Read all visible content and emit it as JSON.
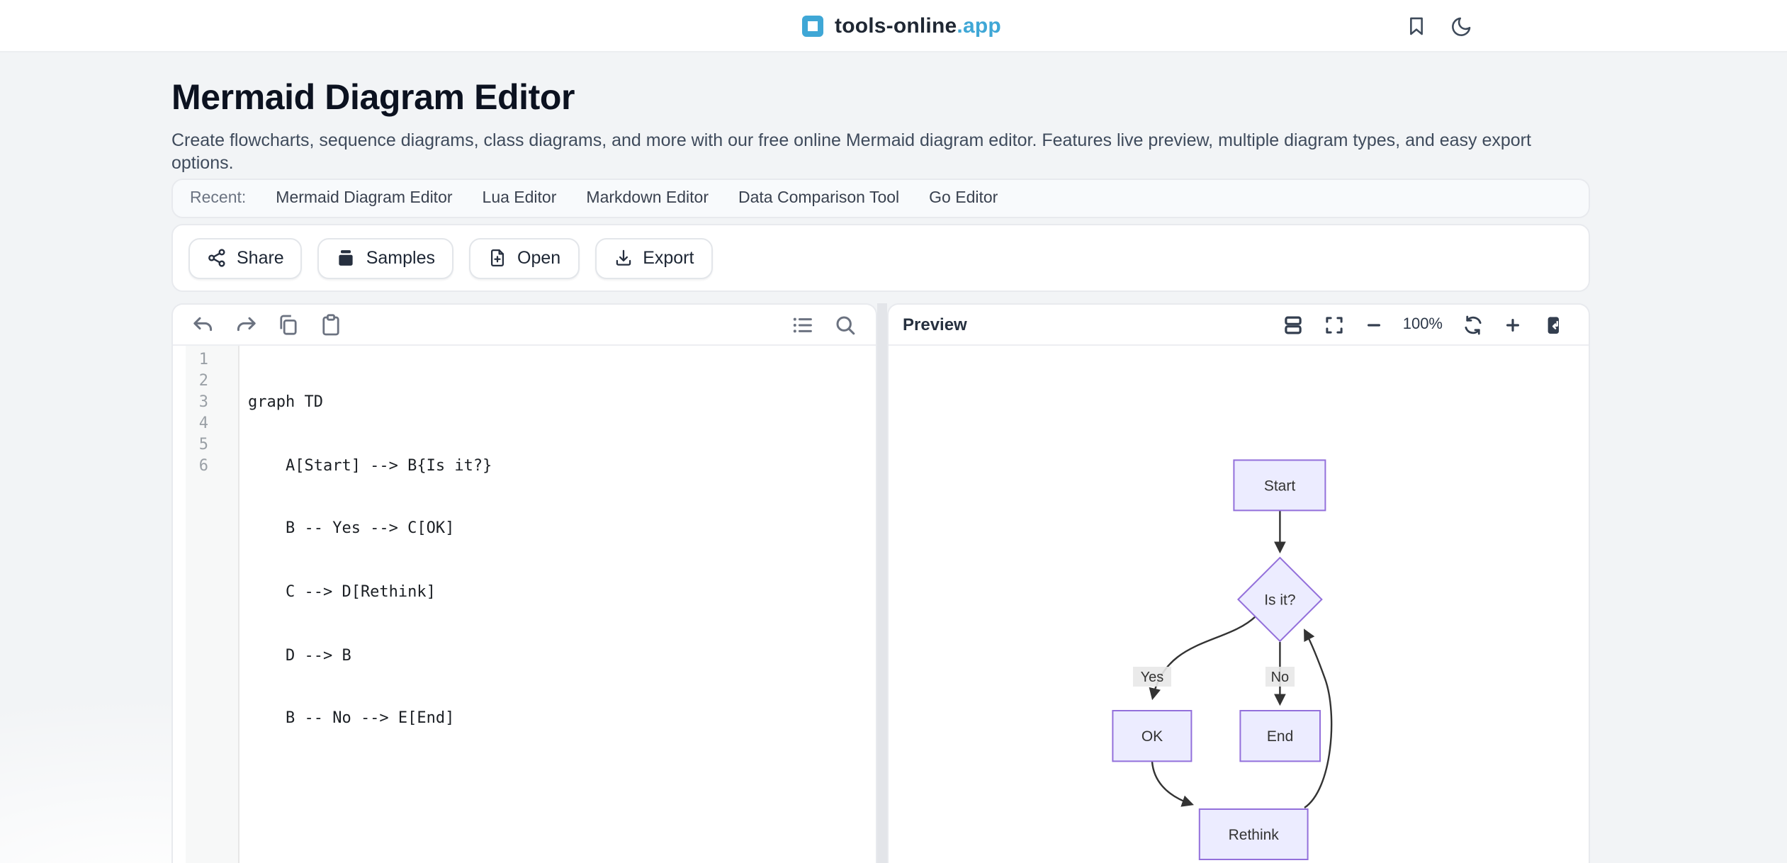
{
  "header": {
    "brand_name": "tools-online",
    "brand_tld": ".app",
    "brand_color": "#3fa7d6"
  },
  "page": {
    "title": "Mermaid Diagram Editor",
    "description": "Create flowcharts, sequence diagrams, class diagrams, and more with our free online Mermaid diagram editor. Features live preview, multiple diagram types, and easy export options."
  },
  "recent": {
    "label": "Recent:",
    "items": [
      {
        "label": "Mermaid Diagram Editor"
      },
      {
        "label": "Lua Editor"
      },
      {
        "label": "Markdown Editor"
      },
      {
        "label": "Data Comparison Tool"
      },
      {
        "label": "Go Editor"
      }
    ]
  },
  "actions": {
    "share": "Share",
    "samples": "Samples",
    "open": "Open",
    "export": "Export"
  },
  "editor": {
    "lines": [
      {
        "no": "1",
        "code": "graph TD"
      },
      {
        "no": "2",
        "code": "    A[Start] --> B{Is it?}"
      },
      {
        "no": "3",
        "code": "    B -- Yes --> C[OK]"
      },
      {
        "no": "4",
        "code": "    C --> D[Rethink]"
      },
      {
        "no": "5",
        "code": "    D --> B"
      },
      {
        "no": "6",
        "code": "    B -- No --> E[End]"
      }
    ]
  },
  "preview": {
    "title": "Preview",
    "zoom_level": "100%"
  },
  "diagram": {
    "type": "mermaid-flowchart",
    "nodes": {
      "start": "Start",
      "decision": "Is it?",
      "ok": "OK",
      "end": "End",
      "rethink": "Rethink"
    },
    "edge_labels": {
      "yes": "Yes",
      "no": "No"
    },
    "colors": {
      "node_fill": "#ECECFF",
      "node_border": "#9370DB",
      "edge": "#333333",
      "label_bg": "#e8e8e8"
    }
  }
}
